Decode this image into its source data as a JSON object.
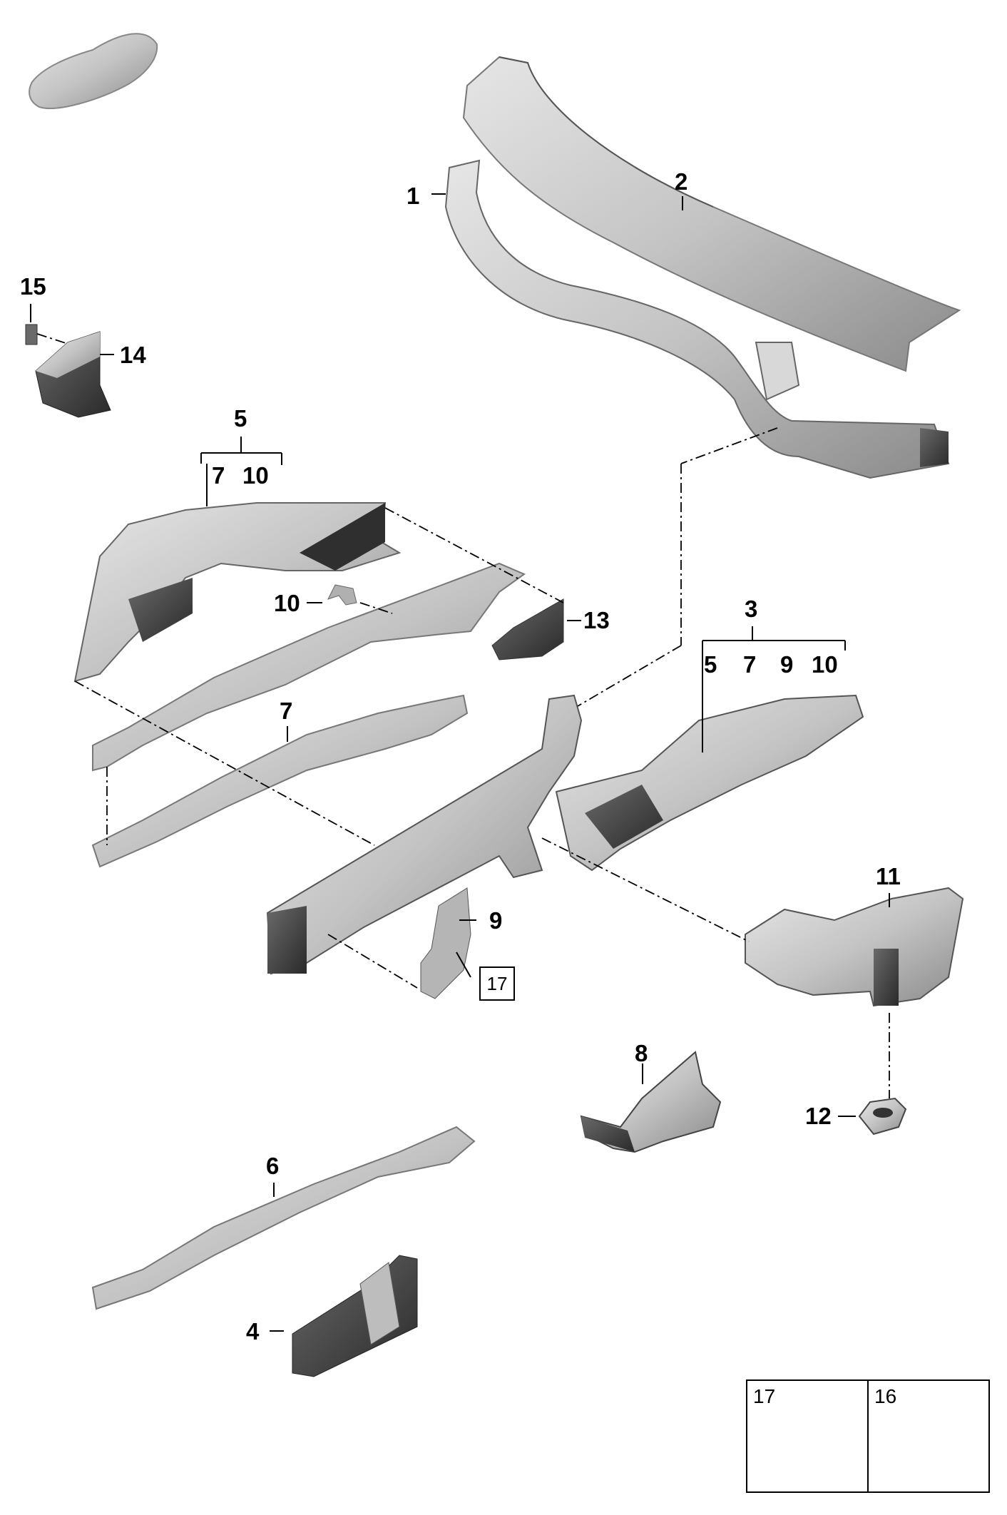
{
  "callouts": {
    "c1": "1",
    "c2": "2",
    "c3": "3",
    "c3_sub": [
      "5",
      "7",
      "9",
      "10"
    ],
    "c4": "4",
    "c5": "5",
    "c5_sub": [
      "7",
      "10"
    ],
    "c6": "6",
    "c7": "7",
    "c8": "8",
    "c9": "9",
    "c10": "10",
    "c11": "11",
    "c12": "12",
    "c13": "13",
    "c14": "14",
    "c15": "15",
    "boxed17": "17"
  },
  "legend": {
    "left_number": "17",
    "right_number": "16"
  },
  "colors": {
    "line": "#000000",
    "part_fill": "#c8c8c8",
    "part_dark": "#3a3a3a",
    "part_mid": "#9a9a9a"
  }
}
